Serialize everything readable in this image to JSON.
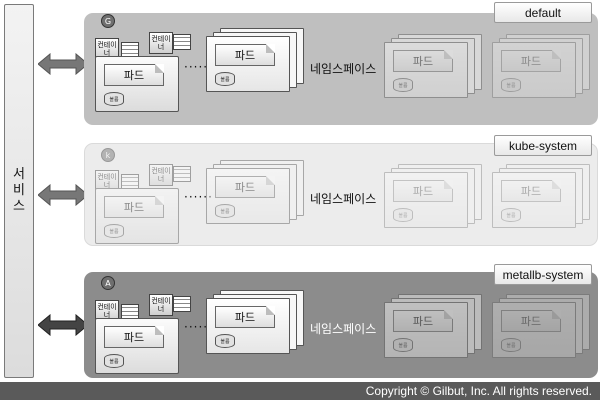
{
  "service": {
    "label": "서비스"
  },
  "namespaces": [
    {
      "name": "default",
      "word": "네임스페이스",
      "pod": "파드",
      "container": "컨테이너",
      "volume": "볼륨",
      "icon": "gear-icon"
    },
    {
      "name": "kube-system",
      "word": "네임스페이스",
      "pod": "파드",
      "container": "컨테이너",
      "volume": "볼륨",
      "icon": "k8s-icon"
    },
    {
      "name": "metallb-system",
      "word": "네임스페이스",
      "pod": "파드",
      "container": "컨테이너",
      "volume": "볼륨",
      "icon": "lb-icon"
    }
  ],
  "dots": "······",
  "copyright": "Copyright © Gilbut, Inc. All rights reserved."
}
